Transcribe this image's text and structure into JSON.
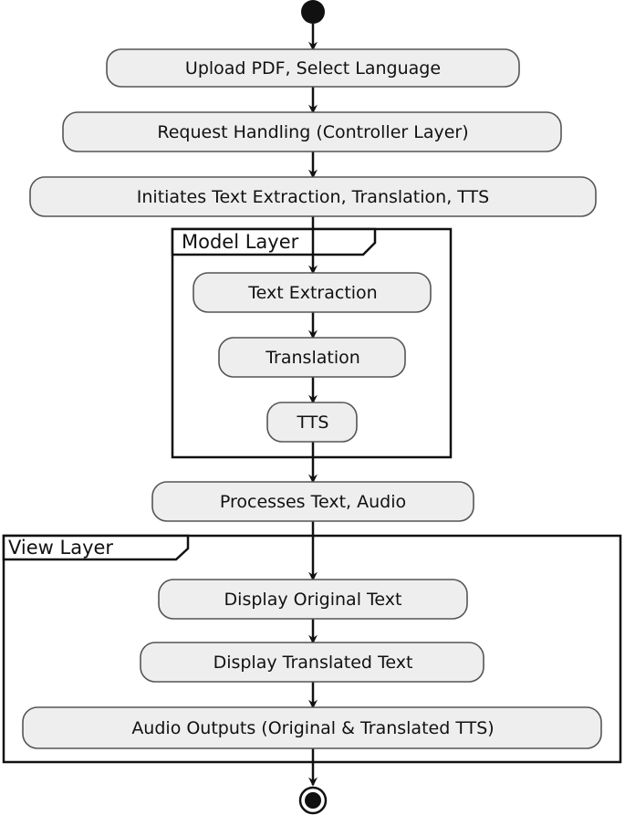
{
  "diagram": {
    "steps": {
      "upload": "Upload PDF, Select Language",
      "request": "Request Handling (Controller Layer)",
      "initiates": "Initiates Text Extraction, Translation, TTS",
      "extraction": "Text Extraction",
      "translation": "Translation",
      "tts": "TTS",
      "processes": "Processes Text, Audio",
      "display_original": "Display Original Text",
      "display_translated": "Display Translated Text",
      "audio_outputs": "Audio Outputs (Original & Translated TTS)"
    },
    "groups": {
      "model": "Model Layer",
      "view": "View Layer"
    },
    "colors": {
      "node_fill": "#eeeeee",
      "node_stroke": "#555555",
      "line": "#111111"
    }
  }
}
